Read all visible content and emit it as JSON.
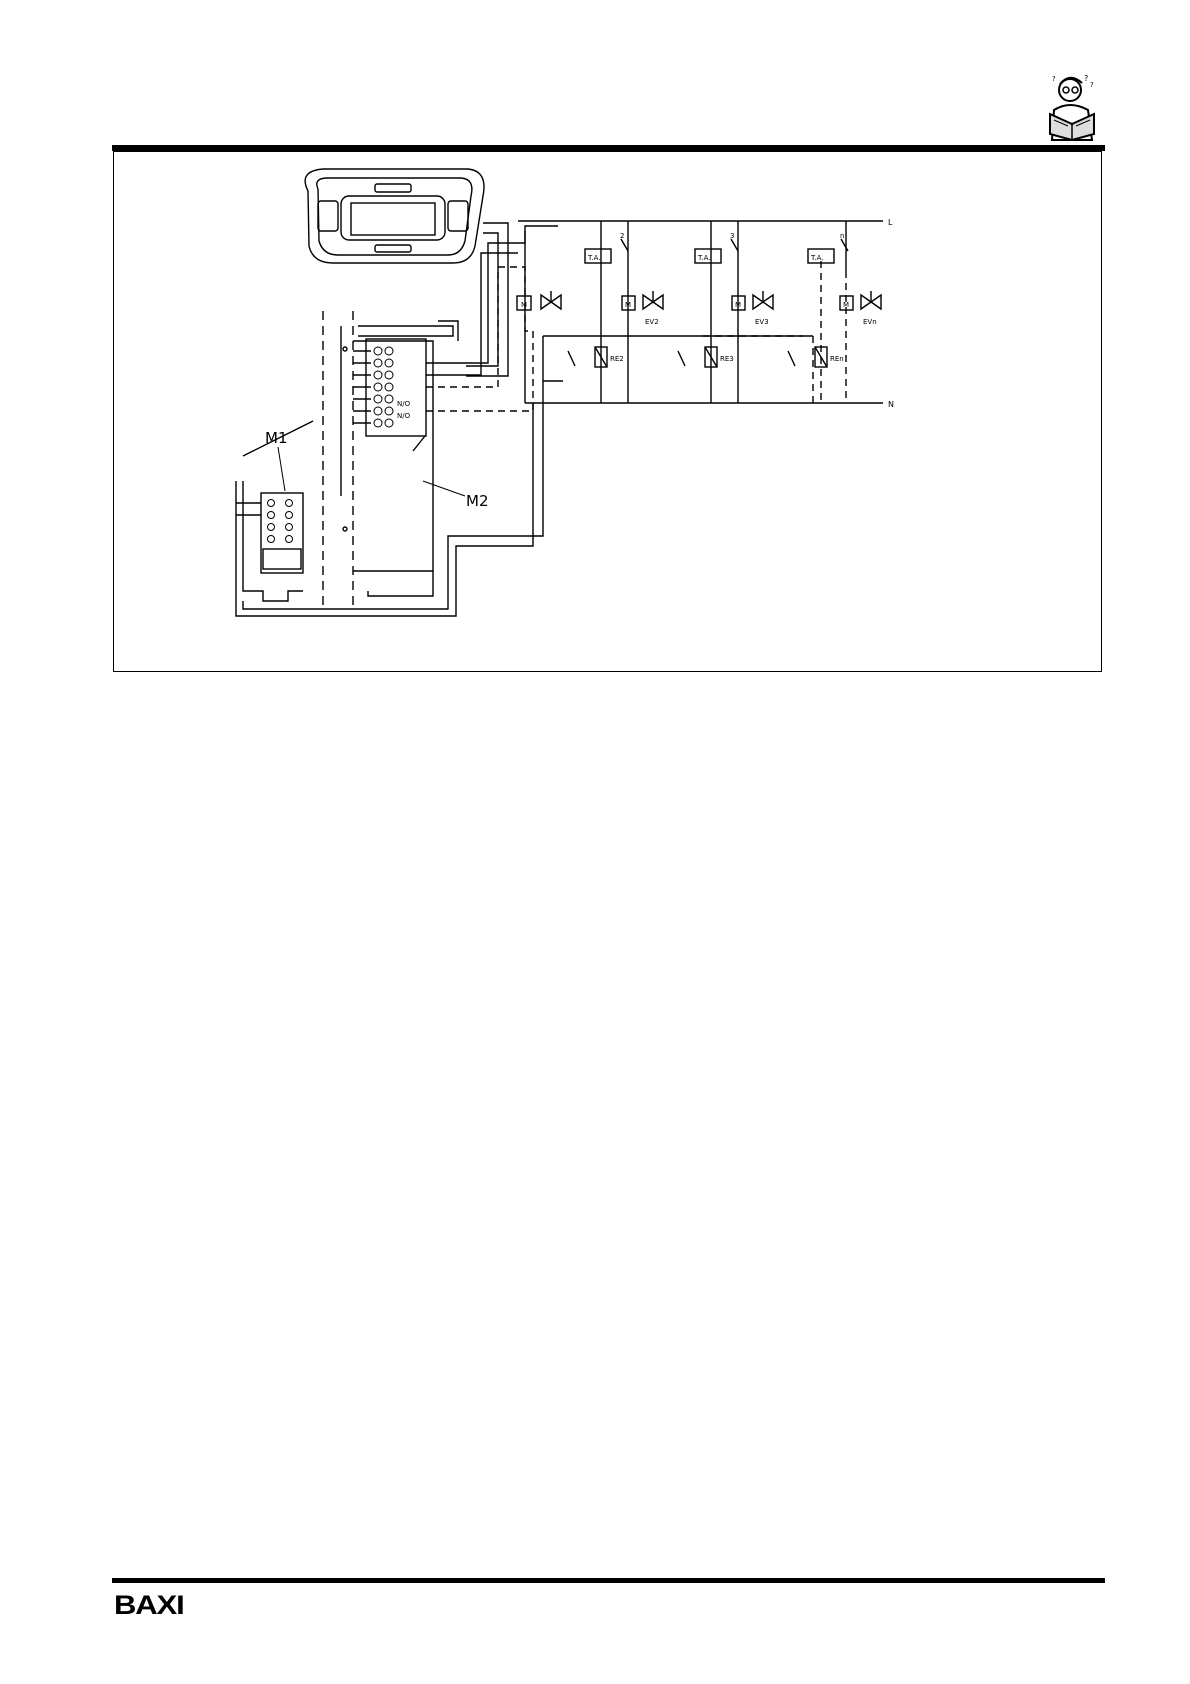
{
  "brand": {
    "logo_text": "BAXI"
  },
  "diagram": {
    "callouts": {
      "m1": "M1",
      "m2": "M2"
    },
    "line_labels": {
      "live": "L",
      "neutral": "N"
    },
    "zone_labels": {
      "room_thermostat": "T.A.",
      "motor": "M",
      "relay_2": "RE2",
      "relay_3": "RE3",
      "relay_n": "REn",
      "valve_2": "EV2",
      "valve_3": "EV3",
      "valve_n": "EVn",
      "zone_2": "2",
      "zone_3": "3",
      "zone_n": "n"
    },
    "terminal_labels": {
      "no1": "N/O",
      "no2": "N/O"
    }
  }
}
